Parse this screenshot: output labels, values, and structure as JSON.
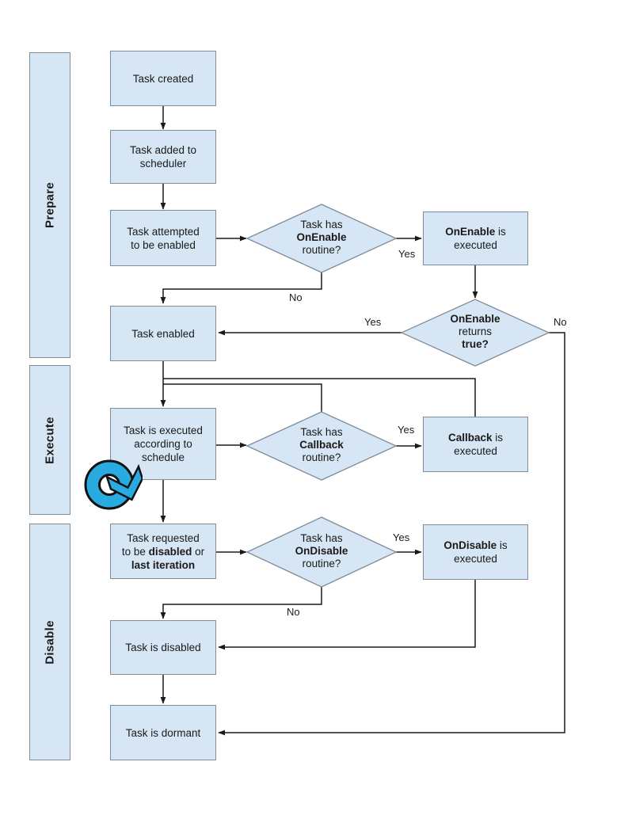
{
  "colors": {
    "node_fill": "#d7e6f4",
    "node_border": "#7f8c99",
    "connector": "#1a1a1a",
    "loop_blue": "#29abe2"
  },
  "lanes": {
    "prepare": "Prepare",
    "execute": "Execute",
    "disable": "Disable"
  },
  "boxes": {
    "task_created": {
      "l1": "Task created"
    },
    "task_added": {
      "l1": "Task added to",
      "l2": "scheduler"
    },
    "task_attempted": {
      "l1": "Task attempted",
      "l2": "to be enabled"
    },
    "task_enabled": {
      "l1": "Task enabled"
    },
    "task_executed": {
      "l1": "Task is executed",
      "l2": "according to",
      "l3": "schedule"
    },
    "task_requested": {
      "l1": "Task requested",
      "l2_pre": "to be ",
      "l2_bold": "disabled",
      "l2_post": " or",
      "l3_bold": "last iteration"
    },
    "task_disabled": {
      "l1": "Task is disabled"
    },
    "task_dormant": {
      "l1": "Task is dormant"
    },
    "onenable_exec": {
      "l1_bold": "OnEnable",
      "l1_rest": " is",
      "l2": "executed"
    },
    "callback_exec": {
      "l1_bold": "Callback",
      "l1_rest": " is",
      "l2": "executed"
    },
    "ondisable_exec": {
      "l1_bold": "OnDisable",
      "l1_rest": " is",
      "l2": "executed"
    }
  },
  "diamonds": {
    "has_onenable": {
      "l1": "Task has",
      "l2_bold": "OnEnable",
      "l3": "routine?"
    },
    "onenable_true": {
      "l1_bold": "OnEnable",
      "l2": "returns",
      "l3_bold": "true?"
    },
    "has_callback": {
      "l1": "Task has",
      "l2_bold": "Callback",
      "l3": "routine?"
    },
    "has_ondisable": {
      "l1": "Task has",
      "l2_bold": "OnDisable",
      "l3": "routine?"
    }
  },
  "edge_labels": {
    "has_onenable_yes": "Yes",
    "has_onenable_no": "No",
    "onenable_true_yes": "Yes",
    "onenable_true_no": "No",
    "has_callback_yes": "Yes",
    "has_ondisable_yes": "Yes",
    "has_ondisable_no": "No"
  },
  "icons": {
    "loop_icon": "circular-repeat-arrow"
  }
}
